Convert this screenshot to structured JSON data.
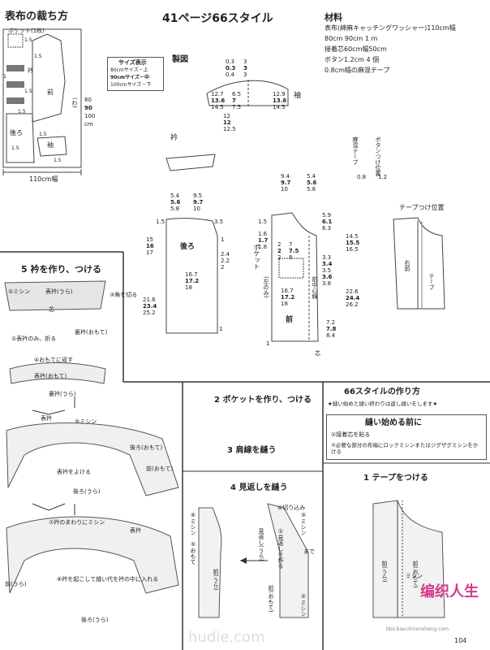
{
  "header": {
    "cutting_title": "表布の裁ち方",
    "style_title": "41ページ66スタイル",
    "materials_label": "材料",
    "materials_lines": [
      "表布(綿麻キャッチングワッシャー)110cm幅",
      "80cm 90cm 1 m",
      "接着芯60cm幅50cm",
      "ボタン1.2cm 4 個",
      "0.8cm幅の麻混テープ"
    ],
    "button_label": "ボタンつけ位置",
    "tape_label": "麻混テープ",
    "button_vals": "1.2",
    "tape_vals": "0.8"
  },
  "cutting_layout": {
    "pocket_label": "ポケット(1枚)",
    "front": "前",
    "back": "後ろ",
    "sleeve": "袖",
    "collar": "衿",
    "fold": "(わ)",
    "width_label": "110cm幅",
    "length_values": [
      "80",
      "90",
      "100"
    ],
    "length_unit": "cm",
    "allowances": [
      "1.5",
      "1.5",
      "1",
      "1.5",
      "1.5",
      "1.5",
      "1.5",
      "1.5"
    ]
  },
  "size_legend": {
    "title": "サイズ表示",
    "lines": [
      "80cmサイズ－上",
      "90cmサイズ－中",
      "100cmサイズ－下"
    ]
  },
  "pattern": {
    "title": "製図",
    "sleeve_label": "袖",
    "collar_label": "衿",
    "back_label": "後ろ",
    "front_label": "前",
    "pocket_label": "ポケット",
    "pocket_left": "(左のみ)",
    "shin": "芯",
    "front_center_label": "前中心線",
    "tape_pos_label": "テープつけ位置",
    "right_front": "右前",
    "tape": "テープ",
    "sleeve_top": [
      "0.3",
      "0.3",
      "0.4"
    ],
    "sleeve_top2": [
      "3",
      "3",
      "3"
    ],
    "sleeve_vals": [
      "12.7",
      "13.6",
      "14.5",
      "6.5",
      "7",
      "7.5",
      "12.9",
      "13.6",
      "14.5"
    ],
    "sleeve_bottom": [
      "12",
      "12",
      "12.5"
    ],
    "back_width": [
      "9.5",
      "9.7",
      "10"
    ],
    "back_side": [
      "5.4",
      "5.6",
      "5.8"
    ],
    "back_height": [
      "15",
      "16",
      "17"
    ],
    "back_len": [
      "21.6",
      "23.4",
      "25.2"
    ],
    "back_hem": [
      "16.7",
      "17.2",
      "18"
    ],
    "front_width": [
      "9.4",
      "9.7",
      "10"
    ],
    "front_side": [
      "5.4",
      "5.6",
      "5.8"
    ],
    "front_neck": [
      "5.9",
      "6.1",
      "6.3"
    ],
    "front_height": [
      "14.5",
      "15.5",
      "16.5"
    ],
    "front_len": [
      "22.6",
      "24.4",
      "26.2"
    ],
    "front_hem": [
      "16.7",
      "17.2",
      "18"
    ],
    "pocket_vals": [
      "1.6",
      "1.7",
      "1.8",
      "2",
      "2",
      "2",
      "7",
      "7.5",
      "8"
    ],
    "front_pocket": [
      "3.3",
      "3.4",
      "3.5",
      "3.6",
      "3.8"
    ],
    "front_bottom": [
      "7.2",
      "7.8",
      "8.4"
    ],
    "misc_values": [
      "1.5",
      "3.5",
      "1",
      "2.4",
      "2.2",
      "2",
      "1",
      "1.5",
      "1"
    ]
  },
  "step5": {
    "title": "5 衿を作り、つける",
    "items": [
      "②ミシン",
      "表衿(うら)",
      "③角を切る",
      "芯",
      "①表衿のみ、折る",
      "裏衿(おもて)",
      "④おもてに返す",
      "表衿(おもて)",
      "裏衿(うら)",
      "⑤ミシン",
      "表衿",
      "表衿をよける",
      "後ろ(おもて)",
      "前(おもて)",
      "後ろ(うら)",
      "⑦衿のまわりにミシン",
      "表衿",
      "⑧衿を起こして縫い代を衿の中に入れる",
      "前(うら)",
      "後ろ(うら)"
    ]
  },
  "steps": {
    "step2_title": "2 ポケットを作り、つける",
    "step3_title": "3 肩線を縫う",
    "step4_title": "4 見返しを縫う",
    "step4_items": [
      "⑥ミシン",
      "⑤おもて",
      "前(うら)",
      "④切り込み",
      "③ミシン",
      "見返し(うら)",
      "①見返しを作る",
      "まで",
      "前(おもて)",
      "②ミシン"
    ],
    "how_to_title": "66スタイルの作り方",
    "note": "★縫い始めと縫い終わりは返し縫いをします★",
    "before_title": "縫い始める前に",
    "before_items": [
      "①接着芯を貼る",
      "②必要な部分の布端にロックミシンまたはジグザグミシンをかける"
    ],
    "step1_title": "1 テープをつける",
    "step1_items": [
      "前(うら)",
      "前(おもて)",
      "ミシン"
    ]
  },
  "watermark": {
    "logo_text": "编织人生",
    "site": "bbs.bianzhirensheng.com",
    "site_small": "hudie.com",
    "page_number": "104"
  }
}
